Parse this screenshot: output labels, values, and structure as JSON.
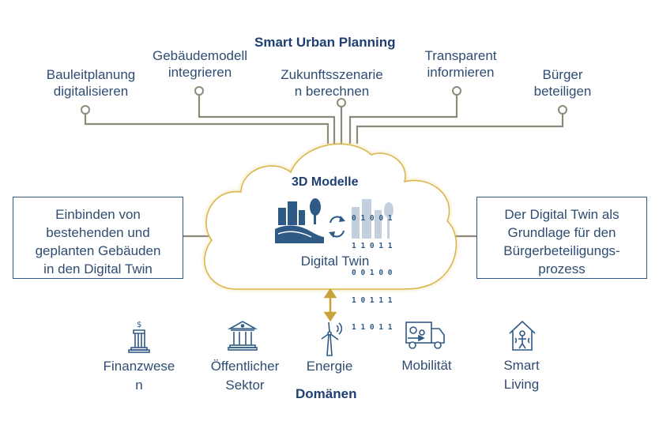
{
  "title_top": "Smart Urban Planning",
  "top_labels": [
    {
      "l1": "Bauleitplanung",
      "l2": "digitalisieren"
    },
    {
      "l1": "Gebäudemodell",
      "l2": "integrieren"
    },
    {
      "l1": "Zukunftsszenarie",
      "l2": "n berechnen"
    },
    {
      "l1": "Transparent",
      "l2": "informieren"
    },
    {
      "l1": "Bürger",
      "l2": "beteiligen"
    }
  ],
  "cloud": {
    "title": "3D Modelle",
    "subtitle": "Digital Twin",
    "binary": [
      "0 1 0 0 1",
      "1 1 0 1 1",
      "0 0 1 0 0",
      "1 0 1 1 1",
      "1 1 0 1 1"
    ]
  },
  "left_box": [
    "Einbinden von",
    "bestehenden und",
    "geplanten Gebäuden",
    "in den Digital Twin"
  ],
  "right_box": [
    "Der Digital Twin als",
    "Grundlage für den",
    "Bürgerbeteiligungs-",
    "prozess"
  ],
  "domains": [
    {
      "l1": "Finanzwese",
      "l2": "n",
      "icon": "bank-building-icon"
    },
    {
      "l1": "Öffentlicher",
      "l2": "Sektor",
      "icon": "public-building-icon"
    },
    {
      "l1": "Energie",
      "l2": "",
      "icon": "wind-turbine-icon"
    },
    {
      "l1": "Mobilität",
      "l2": "",
      "icon": "delivery-truck-icon"
    },
    {
      "l1": "Smart",
      "l2": "Living",
      "icon": "smart-home-icon"
    }
  ],
  "domains_title": "Domänen",
  "colors": {
    "primary": "#2f4c72",
    "connector": "#8e8a7a",
    "cloud_glow": "#e2c25a",
    "arrow": "#c8a23a"
  }
}
